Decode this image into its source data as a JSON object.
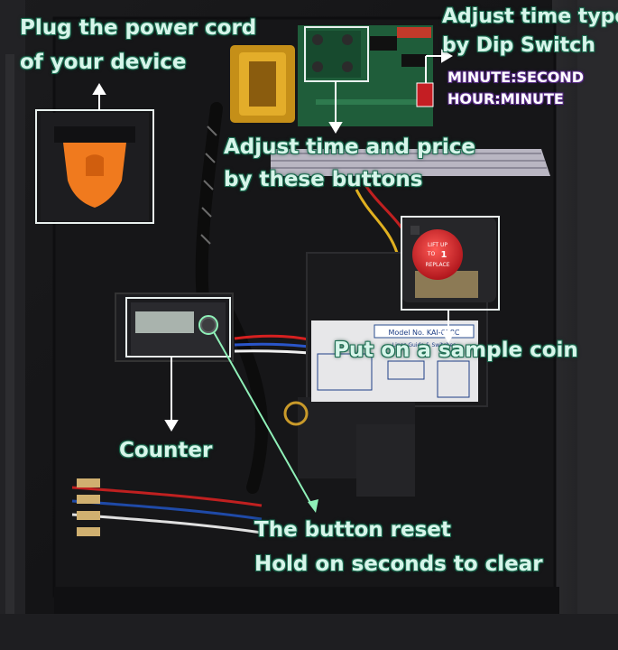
{
  "annotations": {
    "power_cord_line1": "Plug the power cord",
    "power_cord_line2": "of your device",
    "time_type_line1": "Adjust time type",
    "time_type_line2": "by Dip Switch",
    "mode_minute_second": "MINUTE:SECOND",
    "mode_hour_minute": "HOUR:MINUTE",
    "buttons_line1": "Adjust time and price",
    "buttons_line2": "by these buttons",
    "sample_coin": "Put on a sample coin",
    "counter": "Counter",
    "reset_line1": "The button reset",
    "reset_line2": "Hold on seconds to clear"
  },
  "coin_acceptor": {
    "model_label": "Model No. KAI-638C",
    "subtitle": "Lines Guide & Switches",
    "lift_label_1": "LIFT UP",
    "lift_label_2": "TO",
    "lift_label_3": "1",
    "lift_label_4": "REPLACE"
  },
  "colors": {
    "annotation_text": "#d7f5ea",
    "annotation_outline": "#1d6e52",
    "callout_box": "#e8f0ee",
    "dip_label_outline": "#5a2d8a",
    "orange_socket": "#f07a1e",
    "red_knob": "#d8232a"
  }
}
